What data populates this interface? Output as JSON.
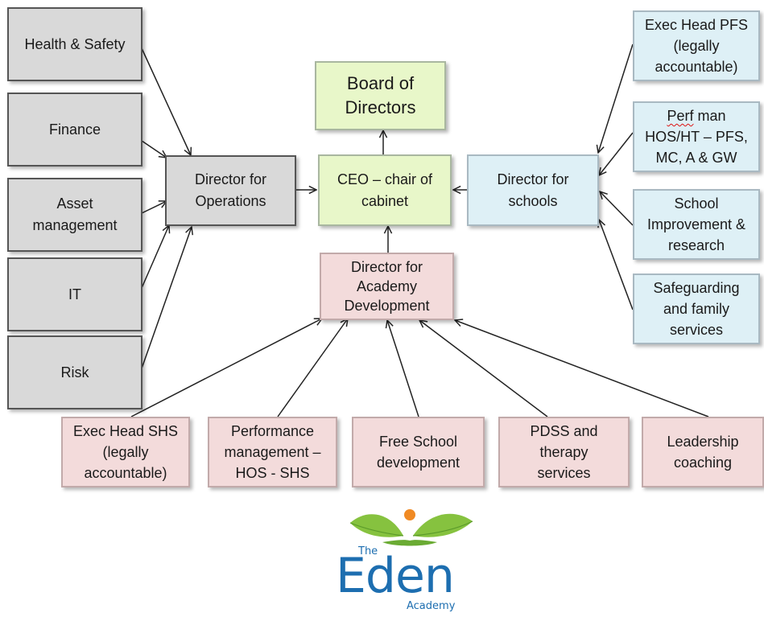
{
  "boxes": {
    "health_safety": "Health & Safety",
    "finance": "Finance",
    "asset_management": "Asset\nmanagement",
    "it": "IT",
    "risk": "Risk",
    "director_operations": "Director for\nOperations",
    "board": "Board of\nDirectors",
    "ceo": "CEO – chair of\ncabinet",
    "director_schools": "Director for\nschools",
    "director_academy": "Director for\nAcademy\nDevelopment",
    "exec_head_pfs": "Exec Head PFS\n(legally\naccountable)",
    "perf_man_word": "Perf",
    "perf_man_rest": " man\nHOS/HT – PFS,\nMC, A & GW",
    "school_improvement": "School\nImprovement &\nresearch",
    "safeguarding": "Safeguarding\nand family\nservices",
    "exec_head_shs": "Exec Head SHS\n(legally\naccountable)",
    "performance_management": "Performance\nmanagement –\nHOS - SHS",
    "free_school": "Free School\ndevelopment",
    "pdss": "PDSS and\ntherapy\nservices",
    "leadership": "Leadership\ncoaching"
  },
  "logo": {
    "the": "The",
    "name": "Eden",
    "academy": "Academy"
  },
  "colors": {
    "grey_fill": "#d9d9d9",
    "green_fill": "#e8f7c9",
    "blue_fill": "#def0f6",
    "pink_fill": "#f3dbdb",
    "logo_blue": "#1d6eb0",
    "logo_green": "#86c23f",
    "logo_orange": "#f08a24"
  }
}
